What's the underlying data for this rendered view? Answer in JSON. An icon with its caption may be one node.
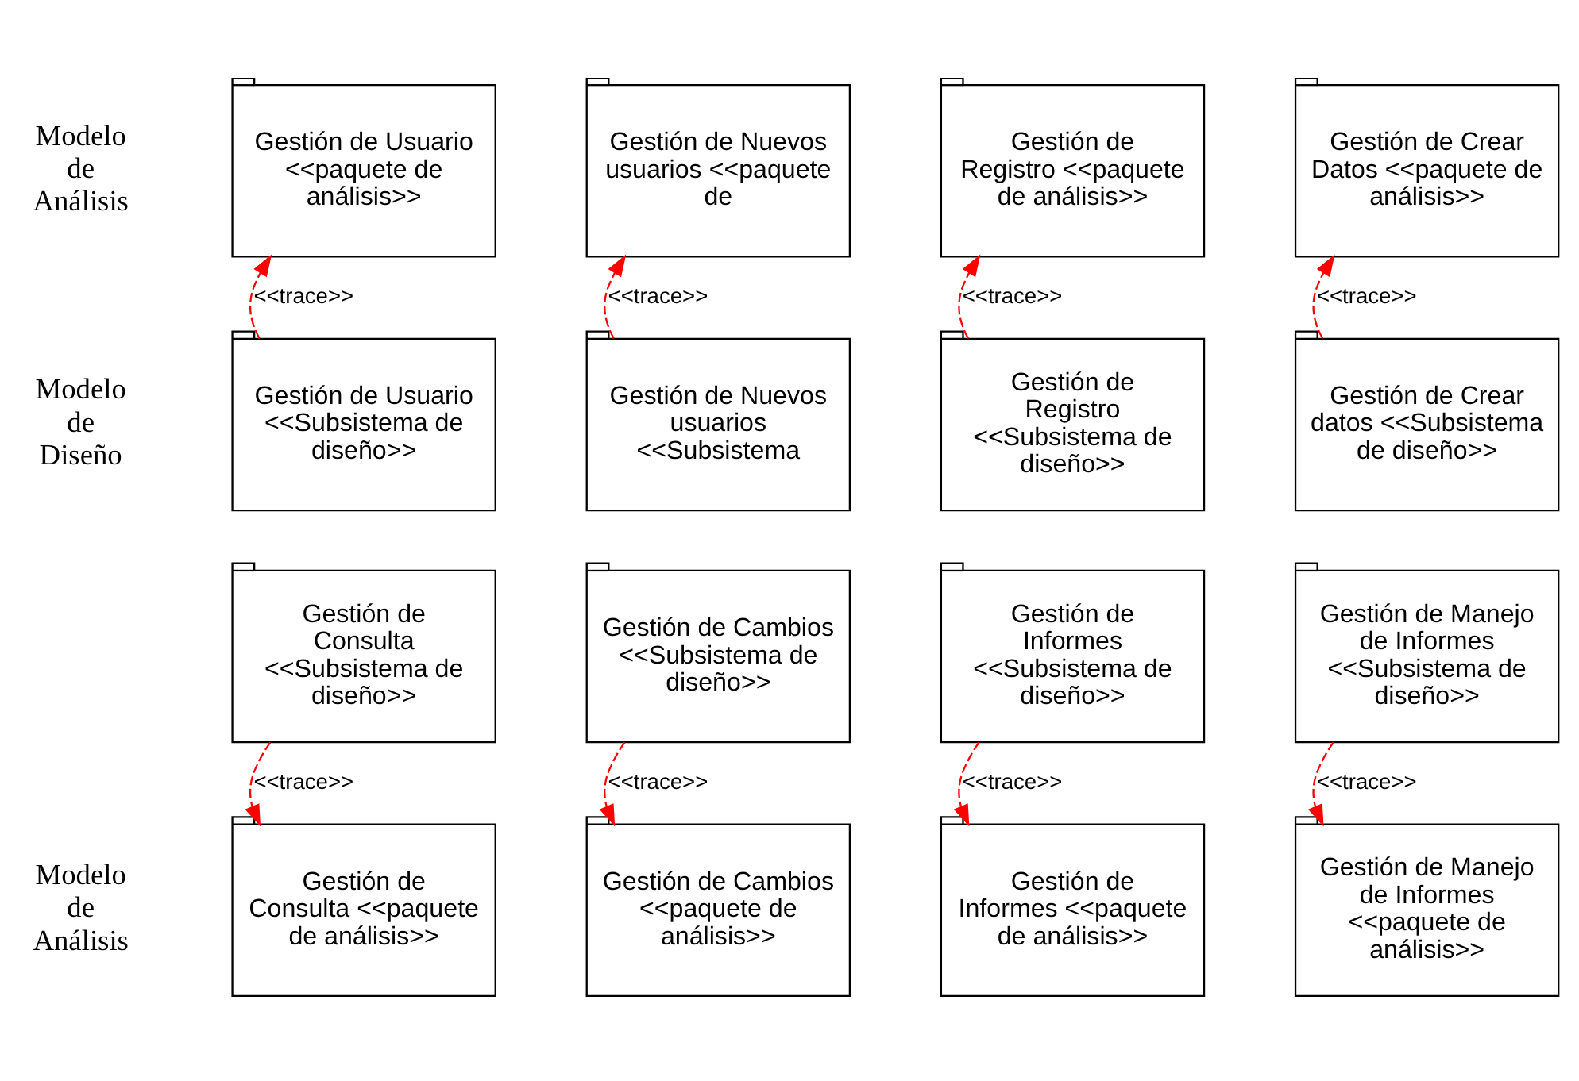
{
  "diagram": {
    "nodes": [
      {
        "text": [
          "Gestión de Usuario <<paquete de análisis>>"
        ]
      },
      {
        "text": [
          "Gestión de Nuevos usuarios <<paquete de"
        ]
      },
      {
        "text": [
          "Gestión de Registro <<paquete de análisis>>"
        ]
      },
      {
        "text": [
          "Gestión de Crear Datos <<paquete de análisis>>"
        ]
      },
      {
        "text": [
          "Gestión de Usuario <<Subsistema de diseño>>"
        ]
      },
      {
        "text": [
          "Gestión de Nuevos usuarios <<Subsistema"
        ]
      },
      {
        "text": [
          "Gestión de Registro <<Subsistema de diseño>>"
        ]
      },
      {
        "text": [
          "Gestión de Crear datos <<Subsistema de diseño>>"
        ]
      },
      {
        "text": [
          "Gestión de Consulta <<Subsistema de diseño>>"
        ]
      },
      {
        "text": [
          "Gestión de Cambios <<Subsistema de diseño>>"
        ]
      },
      {
        "text": [
          "Gestión de Informes <<Subsistema de diseño>>"
        ]
      },
      {
        "text": [
          "Gestión de Manejo de Informes <<Subsistema de diseño>>"
        ]
      },
      {
        "text": [
          "Gestión de Consulta <<paquete de análisis>>"
        ]
      },
      {
        "text": [
          "Gestión de Cambios <<paquete de análisis>>"
        ]
      },
      {
        "text": [
          "Gestión de Informes <<paquete de análisis>>"
        ]
      },
      {
        "text": [
          "Gestión de Manejo de Informes <<paquete de análisis>>"
        ]
      }
    ],
    "edges": [
      {
        "from": 4,
        "to": 0,
        "arrow": "to",
        "label": "<<trace>>",
        "style": "dashed",
        "color": "#ff0000"
      },
      {
        "from": 5,
        "to": 1,
        "arrow": "to",
        "label": "<<trace>>",
        "style": "dashed",
        "color": "#ff0000"
      },
      {
        "from": 6,
        "to": 2,
        "arrow": "to",
        "label": "<<trace>>",
        "style": "dashed",
        "color": "#ff0000"
      },
      {
        "from": 7,
        "to": 3,
        "arrow": "to",
        "label": "<<trace>>",
        "style": "dashed",
        "color": "#ff0000"
      },
      {
        "from": 8,
        "to": 12,
        "arrow": "to",
        "label": "<<trace>>",
        "style": "dashed",
        "color": "#ff0000"
      },
      {
        "from": 9,
        "to": 13,
        "arrow": "to",
        "label": "<<trace>>",
        "style": "dashed",
        "color": "#ff0000"
      },
      {
        "from": 10,
        "to": 14,
        "arrow": "to",
        "label": "<<trace>>",
        "style": "dashed",
        "color": "#ff0000"
      },
      {
        "from": 11,
        "to": 15,
        "arrow": "to",
        "label": "<<trace>>",
        "style": "dashed",
        "color": "#ff0000"
      }
    ],
    "labels": [
      "Modelo de Análisis",
      "Modelo de Diseño",
      "Modelo de Análisis"
    ]
  }
}
